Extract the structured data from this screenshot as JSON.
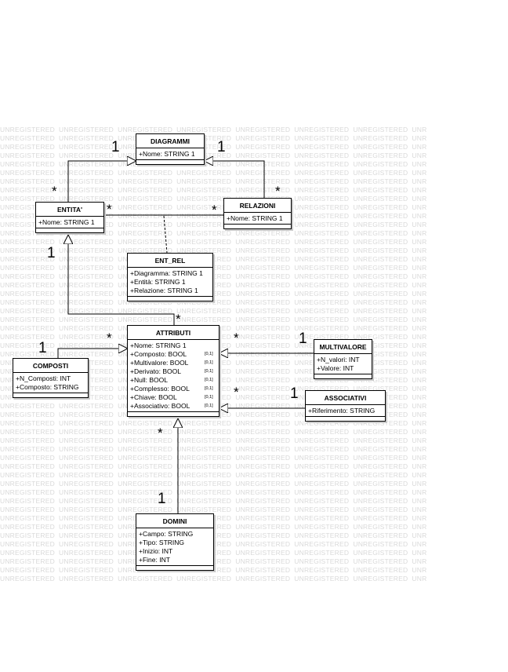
{
  "watermark": "UNREGISTERED",
  "classes": {
    "diagrammi": {
      "name": "DIAGRAMMI",
      "attrs": [
        "+Nome: STRING 1"
      ]
    },
    "entita": {
      "name": "ENTITA'",
      "attrs": [
        "+Nome: STRING 1"
      ]
    },
    "relazioni": {
      "name": "RELAZIONI",
      "attrs": [
        "+Nome: STRING 1"
      ]
    },
    "ent_rel": {
      "name": "ENT_REL",
      "attrs": [
        "+Diagramma: STRING 1",
        "+Entità: STRING 1",
        "+Relazione: STRING 1"
      ]
    },
    "attributi": {
      "name": "ATTRIBUTI",
      "attrs": [
        {
          "text": "+Nome: STRING 1",
          "mult": ""
        },
        {
          "text": "+Composto: BOOL",
          "mult": "[0,1]"
        },
        {
          "text": "+Multivalore: BOOL",
          "mult": "[0,1]"
        },
        {
          "text": "+Derivato: BOOL",
          "mult": "[0,1]"
        },
        {
          "text": "+Null: BOOL",
          "mult": "[0,1]"
        },
        {
          "text": "+Complesso: BOOL",
          "mult": "[0,1]"
        },
        {
          "text": "+Chiave: BOOL",
          "mult": "[0,1]"
        },
        {
          "text": "+Associativo: BOOL",
          "mult": "[0,1]"
        }
      ]
    },
    "composti": {
      "name": "COMPOSTI",
      "attrs": [
        "+N_Composti: INT",
        "+Composto: STRING"
      ]
    },
    "multivalore": {
      "name": "MULTIVALORE",
      "attrs": [
        "+N_valori: INT",
        "+Valore: INT"
      ]
    },
    "associativi": {
      "name": "ASSOCIATIVI",
      "attrs": [
        "+Riferimento: STRING"
      ]
    },
    "domini": {
      "name": "DOMINI",
      "attrs": [
        "+Campo: STRING",
        "+Tipo: STRING",
        "+Inizio: INT",
        "+Fine: INT"
      ]
    }
  },
  "multiplicities": {
    "diag_ent_one": "1",
    "diag_rel_one": "1",
    "ent_diag_many": "*",
    "rel_diag_many": "*",
    "ent_rel_many_left": "*",
    "ent_rel_many_right": "*",
    "ent_attr_one": "1",
    "attr_ent_many": "*",
    "comp_one": "1",
    "comp_many": "*",
    "multi_many": "*",
    "multi_one": "1",
    "assoc_many": "*",
    "assoc_one": "1",
    "dom_many": "*",
    "dom_one": "1"
  }
}
